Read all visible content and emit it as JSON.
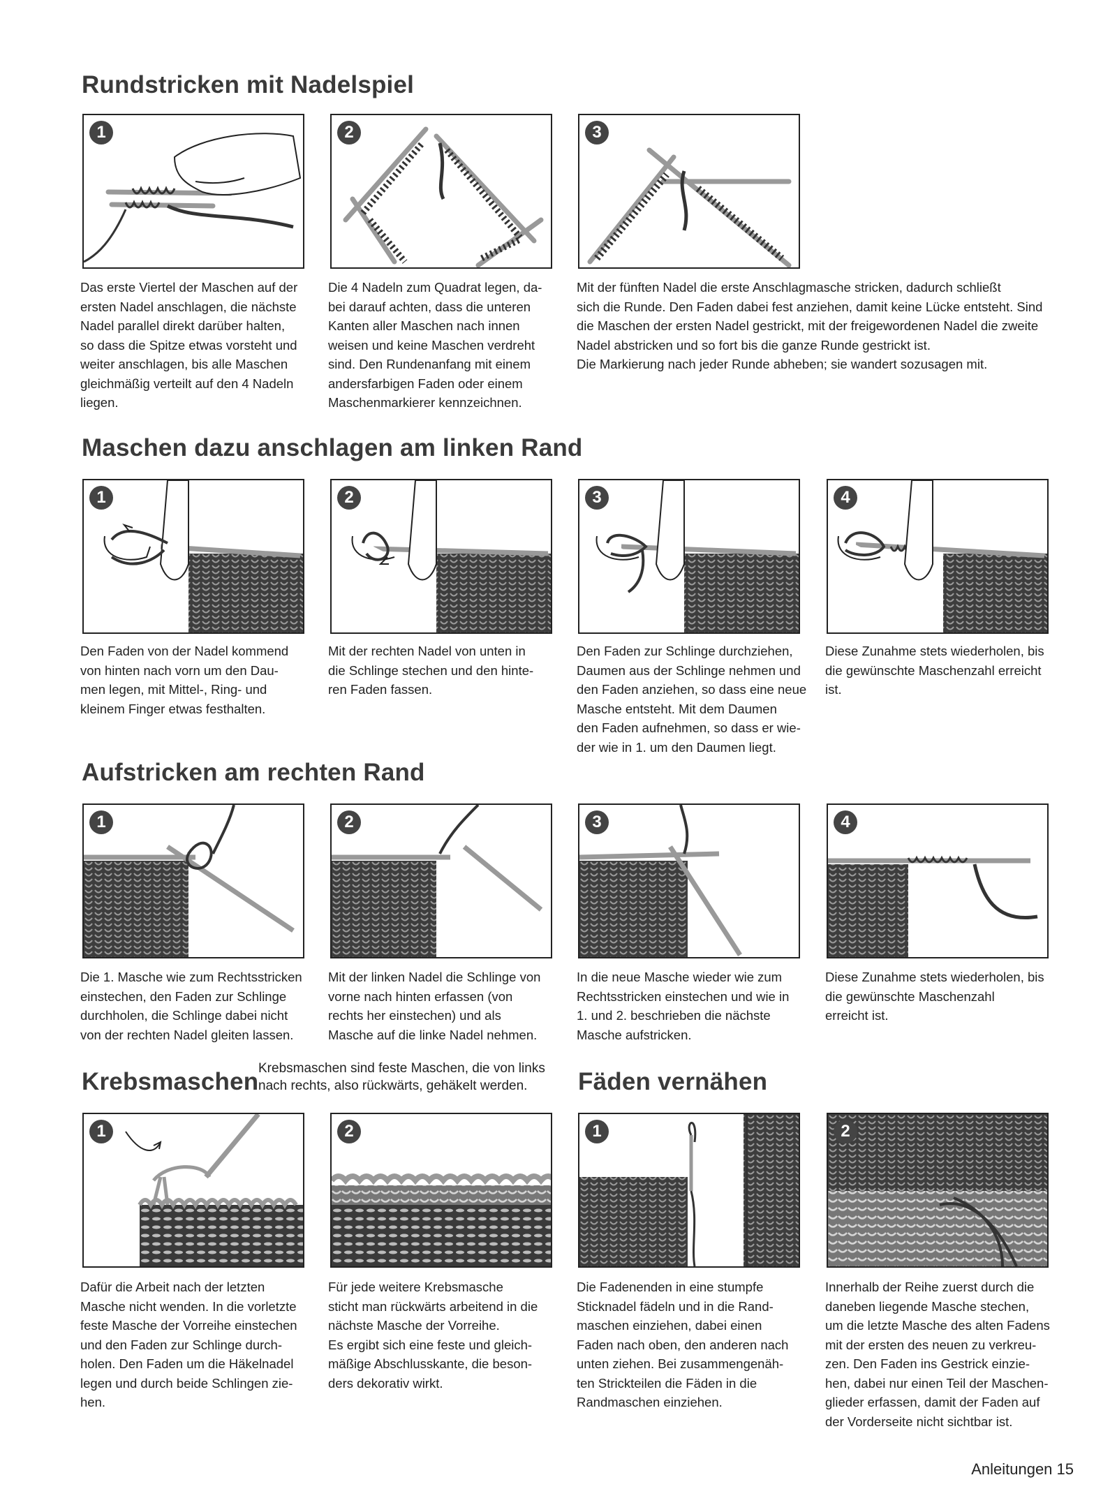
{
  "sections": {
    "rundstricken": {
      "title": "Rundstricken mit Nadelspiel",
      "steps": [
        {
          "num": "1",
          "lines": [
            "Das erste Viertel der Maschen auf der",
            "ersten Nadel anschlagen, die nächste",
            "Nadel parallel direkt darüber halten,",
            "so dass die Spitze etwas vorsteht und",
            "weiter anschlagen, bis alle Maschen",
            "gleichmäßig verteilt auf den 4 Nadeln",
            "liegen."
          ]
        },
        {
          "num": "2",
          "lines": [
            "Die 4 Nadeln zum Quadrat legen, da-",
            "bei darauf achten, dass die unteren",
            "Kanten aller Maschen nach innen",
            "weisen und keine Maschen verdreht",
            "sind. Den Rundenanfang mit einem",
            "andersfarbigen Faden oder einem",
            "Maschenmarkierer kennzeichnen."
          ]
        },
        {
          "num": "3",
          "lines": [
            "Mit der fünften Nadel die erste Anschlagmasche stricken, dadurch schließt",
            "sich die Runde. Den Faden dabei fest anziehen, damit keine Lücke entsteht. Sind",
            "die Maschen der ersten Nadel gestrickt, mit der freigewordenen Nadel die zweite",
            "Nadel abstricken und so fort bis die ganze Runde gestrickt ist.",
            "Die Markierung nach jeder Runde abheben; sie wandert sozusagen mit."
          ]
        }
      ]
    },
    "anschlagen": {
      "title": "Maschen dazu anschlagen am linken Rand",
      "steps": [
        {
          "num": "1",
          "lines": [
            "Den Faden von der Nadel kommend",
            "von hinten nach vorn um den Dau-",
            "men legen, mit Mittel-, Ring- und",
            "kleinem Finger etwas festhalten."
          ]
        },
        {
          "num": "2",
          "lines": [
            "Mit der rechten Nadel von unten in",
            "die Schlinge stechen und den hinte-",
            "ren Faden fassen."
          ]
        },
        {
          "num": "3",
          "lines": [
            "Den Faden zur Schlinge durchziehen,",
            "Daumen aus der Schlinge nehmen und",
            "den Faden anziehen, so dass eine neue",
            "Masche entsteht. Mit dem Daumen",
            "den Faden aufnehmen, so dass er wie-",
            "der wie in 1. um den Daumen liegt."
          ]
        },
        {
          "num": "4",
          "lines": [
            "Diese Zunahme stets wiederholen, bis",
            "die gewünschte Maschenzahl erreicht",
            "ist."
          ]
        }
      ]
    },
    "aufstricken": {
      "title": "Aufstricken am rechten Rand",
      "steps": [
        {
          "num": "1",
          "lines": [
            "Die 1. Masche wie zum Rechtsstricken",
            "einstechen, den Faden zur Schlinge",
            "durchholen, die Schlinge dabei nicht",
            "von der rechten Nadel gleiten lassen."
          ]
        },
        {
          "num": "2",
          "lines": [
            "Mit der linken Nadel die Schlinge von",
            "vorne nach hinten erfassen (von",
            "rechts her einstechen) und als",
            "Masche auf die linke Nadel nehmen."
          ]
        },
        {
          "num": "3",
          "lines": [
            "In die neue Masche wieder wie zum",
            "Rechtsstricken einstechen und wie in",
            "1. und 2. beschrieben die nächste",
            "Masche aufstricken."
          ]
        },
        {
          "num": "4",
          "lines": [
            "Diese Zunahme stets wiederholen, bis",
            "die gewünschte Maschenzahl",
            "erreicht ist."
          ]
        }
      ]
    },
    "krebsmaschen": {
      "title": "Krebsmaschen",
      "intro": [
        "Krebsmaschen sind feste Maschen, die von links",
        "nach rechts, also rückwärts, gehäkelt werden."
      ],
      "steps": [
        {
          "num": "1",
          "lines": [
            "Dafür die Arbeit nach der letzten",
            "Masche nicht wenden. In die vorletzte",
            "feste Masche der Vorreihe einstechen",
            "und den Faden zur Schlinge durch-",
            "holen. Den Faden um die Häkelnadel",
            "legen und durch beide Schlingen zie-",
            "hen."
          ]
        },
        {
          "num": "2",
          "lines": [
            "Für jede weitere Krebsmasche",
            "sticht man rückwärts arbeitend in die",
            "nächste Masche der Vorreihe.",
            "Es ergibt sich eine feste und gleich-",
            "mäßige Abschlusskante, die beson-",
            "ders dekorativ wirkt."
          ]
        }
      ]
    },
    "faeden": {
      "title": "Fäden vernähen",
      "steps": [
        {
          "num": "1",
          "lines": [
            "Die Fadenenden in eine stumpfe",
            "Sticknadel fädeln und in die Rand-",
            "maschen einziehen, dabei einen",
            "Faden nach oben, den anderen nach",
            "unten ziehen. Bei zusammengenäh-",
            "ten Strickteilen die Fäden in die",
            "Randmaschen einziehen."
          ]
        },
        {
          "num": "2",
          "lines": [
            "Innerhalb der Reihe zuerst durch die",
            "daneben liegende Masche stechen,",
            "um die letzte Masche des alten Fadens",
            "mit der ersten des neuen zu verkreu-",
            "zen. Den Faden ins Gestrick einzie-",
            "hen, dabei nur einen Teil der Maschen-",
            "glieder erfassen, damit der Faden auf",
            "der Vorderseite nicht sichtbar ist."
          ]
        }
      ]
    }
  },
  "footer": "Anleitungen 15",
  "colors": {
    "knit": "#4a4a4a",
    "needle": "#a8a8a8",
    "ink": "#222222"
  }
}
